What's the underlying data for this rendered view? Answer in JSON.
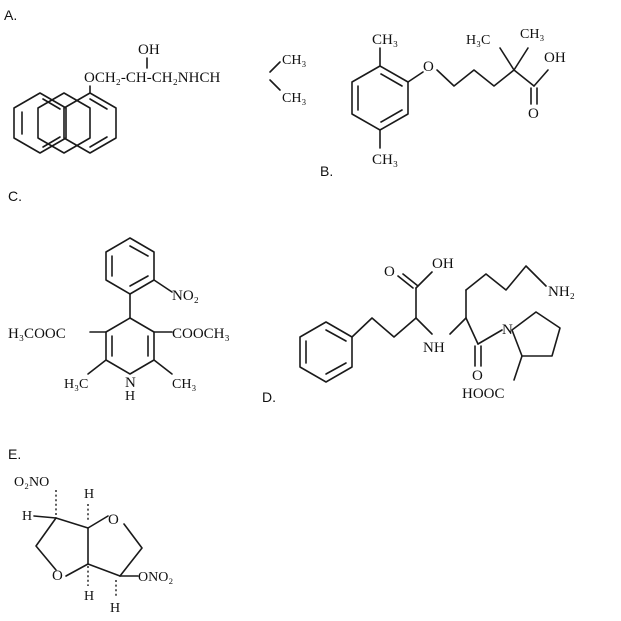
{
  "labels": {
    "a": "A.",
    "b": "B.",
    "c": "C.",
    "d": "D.",
    "e": "E."
  },
  "structure_a": {
    "oh": "OH",
    "chain": "OCH₂-CH-CH₂NHCH",
    "ch3_top": "CH₃",
    "ch3_bottom": "CH₃"
  },
  "structure_b": {
    "ch3_ring_top": "CH₃",
    "o_ether": "O",
    "h3c": "H₃C",
    "ch3_right": "CH₃",
    "oh": "OH",
    "o_carbonyl": "O",
    "ch3_ring_bottom": "CH₃"
  },
  "structure_c": {
    "no2": "NO₂",
    "left_ester": "H₃COOC",
    "right_ester": "COOCH₃",
    "h3c": "H₃C",
    "n": "N",
    "h": "H",
    "ch3": "CH₃"
  },
  "structure_d": {
    "o_carbonyl": "O",
    "oh": "OH",
    "nh2": "NH₂",
    "nh": "NH",
    "n_ring": "N",
    "o_amide": "O",
    "hooc": "HOOC"
  },
  "structure_e": {
    "o2no": "O₂NO",
    "h_top_left": "H",
    "h_top": "H",
    "o_ring_top": "O",
    "o_ring_bottom": "O",
    "ono2": "ONO₂",
    "h_bottom_left": "H",
    "h_bottom": "H"
  }
}
